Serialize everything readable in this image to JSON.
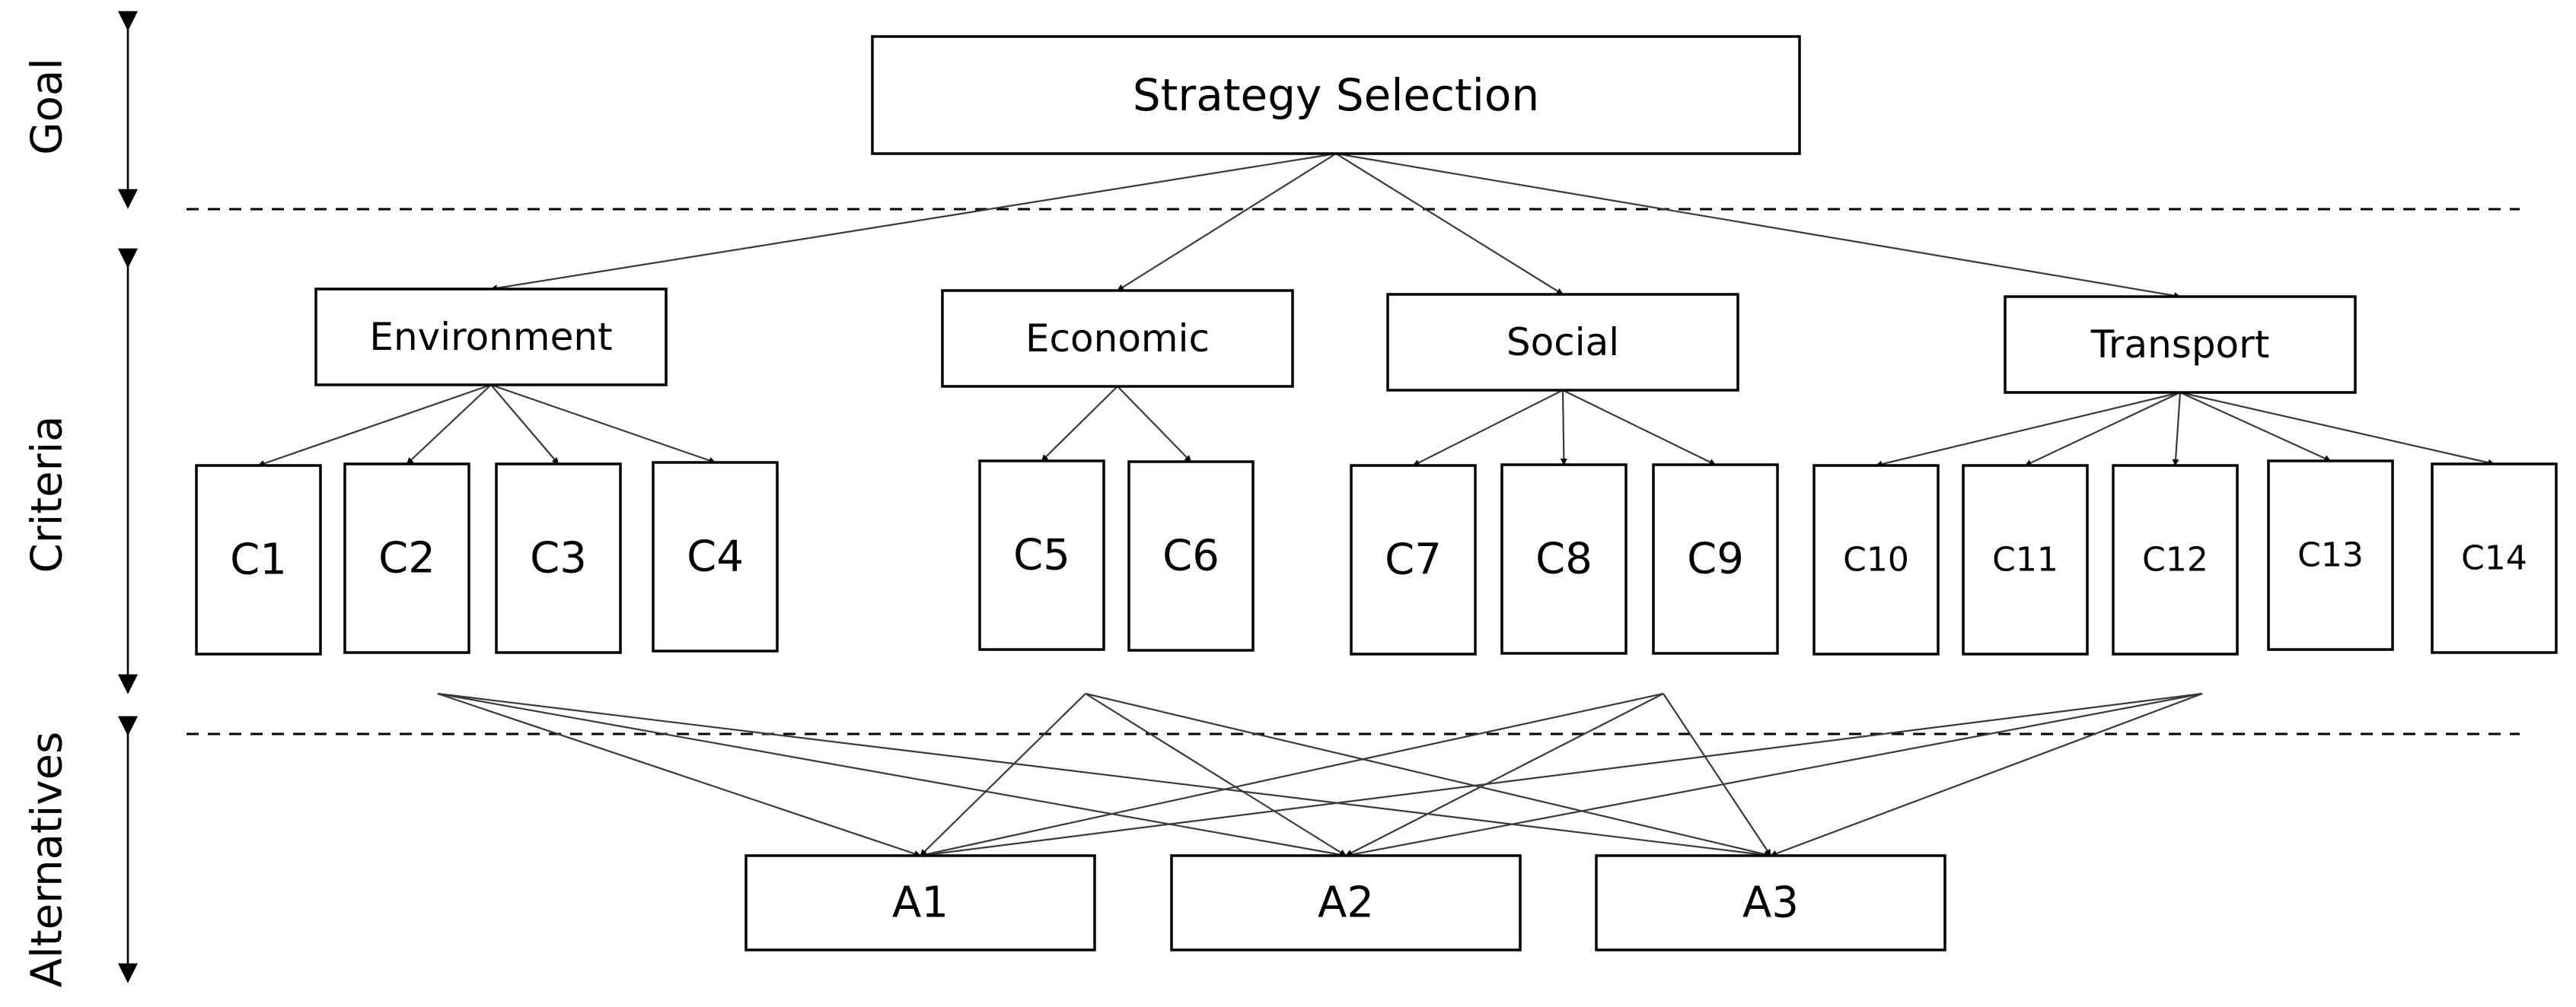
{
  "goal": {
    "label": "Strategy Selection"
  },
  "levels": {
    "goal": "Goal",
    "criteria": "Criteria",
    "alternatives": "Alternatives"
  },
  "criteria_groups": [
    {
      "label": "Environment",
      "subs": [
        "C1",
        "C2",
        "C3",
        "C4"
      ]
    },
    {
      "label": "Economic",
      "subs": [
        "C5",
        "C6"
      ]
    },
    {
      "label": "Social",
      "subs": [
        "C7",
        "C8",
        "C9"
      ]
    },
    {
      "label": "Transport",
      "subs": [
        "C10",
        "C11",
        "C12",
        "C13",
        "C14"
      ]
    }
  ],
  "alternatives": [
    "A1",
    "A2",
    "A3"
  ]
}
